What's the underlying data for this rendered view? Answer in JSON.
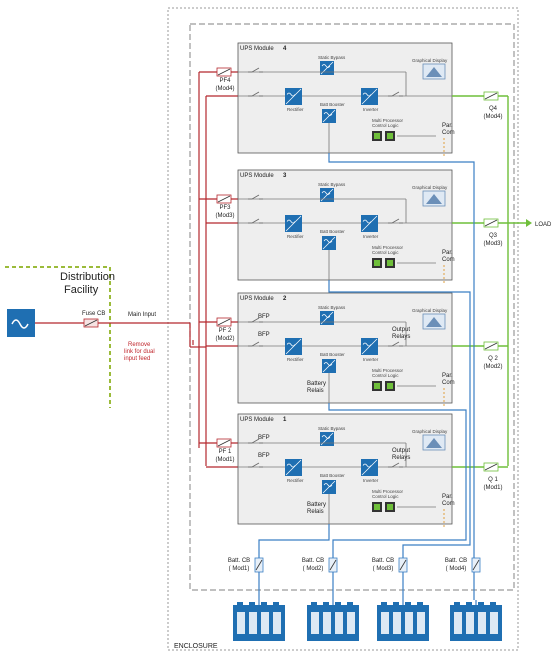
{
  "distribution": {
    "title_line1": "Distribution",
    "title_line2": "Facility",
    "fuse_label": "Fuse CB"
  },
  "main_input": {
    "label": "Main Input"
  },
  "note": {
    "line1": "Remove",
    "line2": "link for dual",
    "line3": "input feed"
  },
  "enclosure": {
    "label": "ENCLOSURE"
  },
  "load": {
    "label": "LOAD"
  },
  "module_text": {
    "static_bypass": "Static Bypass",
    "graphical_display": "Graphical Display",
    "rectifier": "Rectifier",
    "inverter": "Inverter",
    "batt_booster": "Batt Booster",
    "mp_line1": "Multi Processor",
    "mp_line2": "Control Logic",
    "par": "Par.",
    "com": "Com"
  },
  "modules": [
    {
      "title": "UPS Module",
      "number": "4",
      "pf_line1": "PF4",
      "pf_line2": "(Mod4)",
      "q_line1": "Q4",
      "q_line2": "(Mod4)",
      "show_bfp": false,
      "show_relays": false
    },
    {
      "title": "UPS Module",
      "number": "3",
      "pf_line1": "PF3",
      "pf_line2": "(Mod3)",
      "q_line1": "Q3",
      "q_line2": "(Mod3)",
      "show_bfp": false,
      "show_relays": false
    },
    {
      "title": "UPS Module",
      "number": "2",
      "pf_line1": "PF 2",
      "pf_line2": "(Mod2)",
      "q_line1": "Q 2",
      "q_line2": "(Mod2)",
      "show_bfp": true,
      "show_relays": true
    },
    {
      "title": "UPS Module",
      "number": "1",
      "pf_line1": "PF 1",
      "pf_line2": "(Mod1)",
      "q_line1": "Q 1",
      "q_line2": "(Mod1)",
      "show_bfp": true,
      "show_relays": true
    }
  ],
  "labels": {
    "bfp": "BFP",
    "output_relays_line1": "Output",
    "output_relays_line2": "Relays",
    "battery_relays_line1": "Battery",
    "battery_relays_line2": "Relais"
  },
  "batt_cbs": [
    {
      "line1": "Batt. CB",
      "line2": "( Mod1)"
    },
    {
      "line1": "Batt. CB",
      "line2": "( Mod2)"
    },
    {
      "line1": "Batt. CB",
      "line2": "( Mod3)"
    },
    {
      "line1": "Batt. CB",
      "line2": "( Mod4)"
    }
  ],
  "colors": {
    "input_line": "#b5282e",
    "output_line": "#6fbf3a",
    "battery_line": "#3b7fc4",
    "enclosure_border": "#9a9a9a",
    "distribution_border": "#9bbb3a",
    "module_fill": "#eeeeee",
    "icon_blue": "#1f6fb2",
    "par_com_line": "#e0a040"
  },
  "icons": {
    "source": "ac-source-icon",
    "rectifier": "rectifier-icon",
    "inverter": "inverter-icon",
    "static_bypass": "static-bypass-icon",
    "batt_booster": "batt-booster-icon",
    "graphical_display": "graphical-display-icon",
    "battery": "battery-icon",
    "breaker": "breaker-icon"
  }
}
